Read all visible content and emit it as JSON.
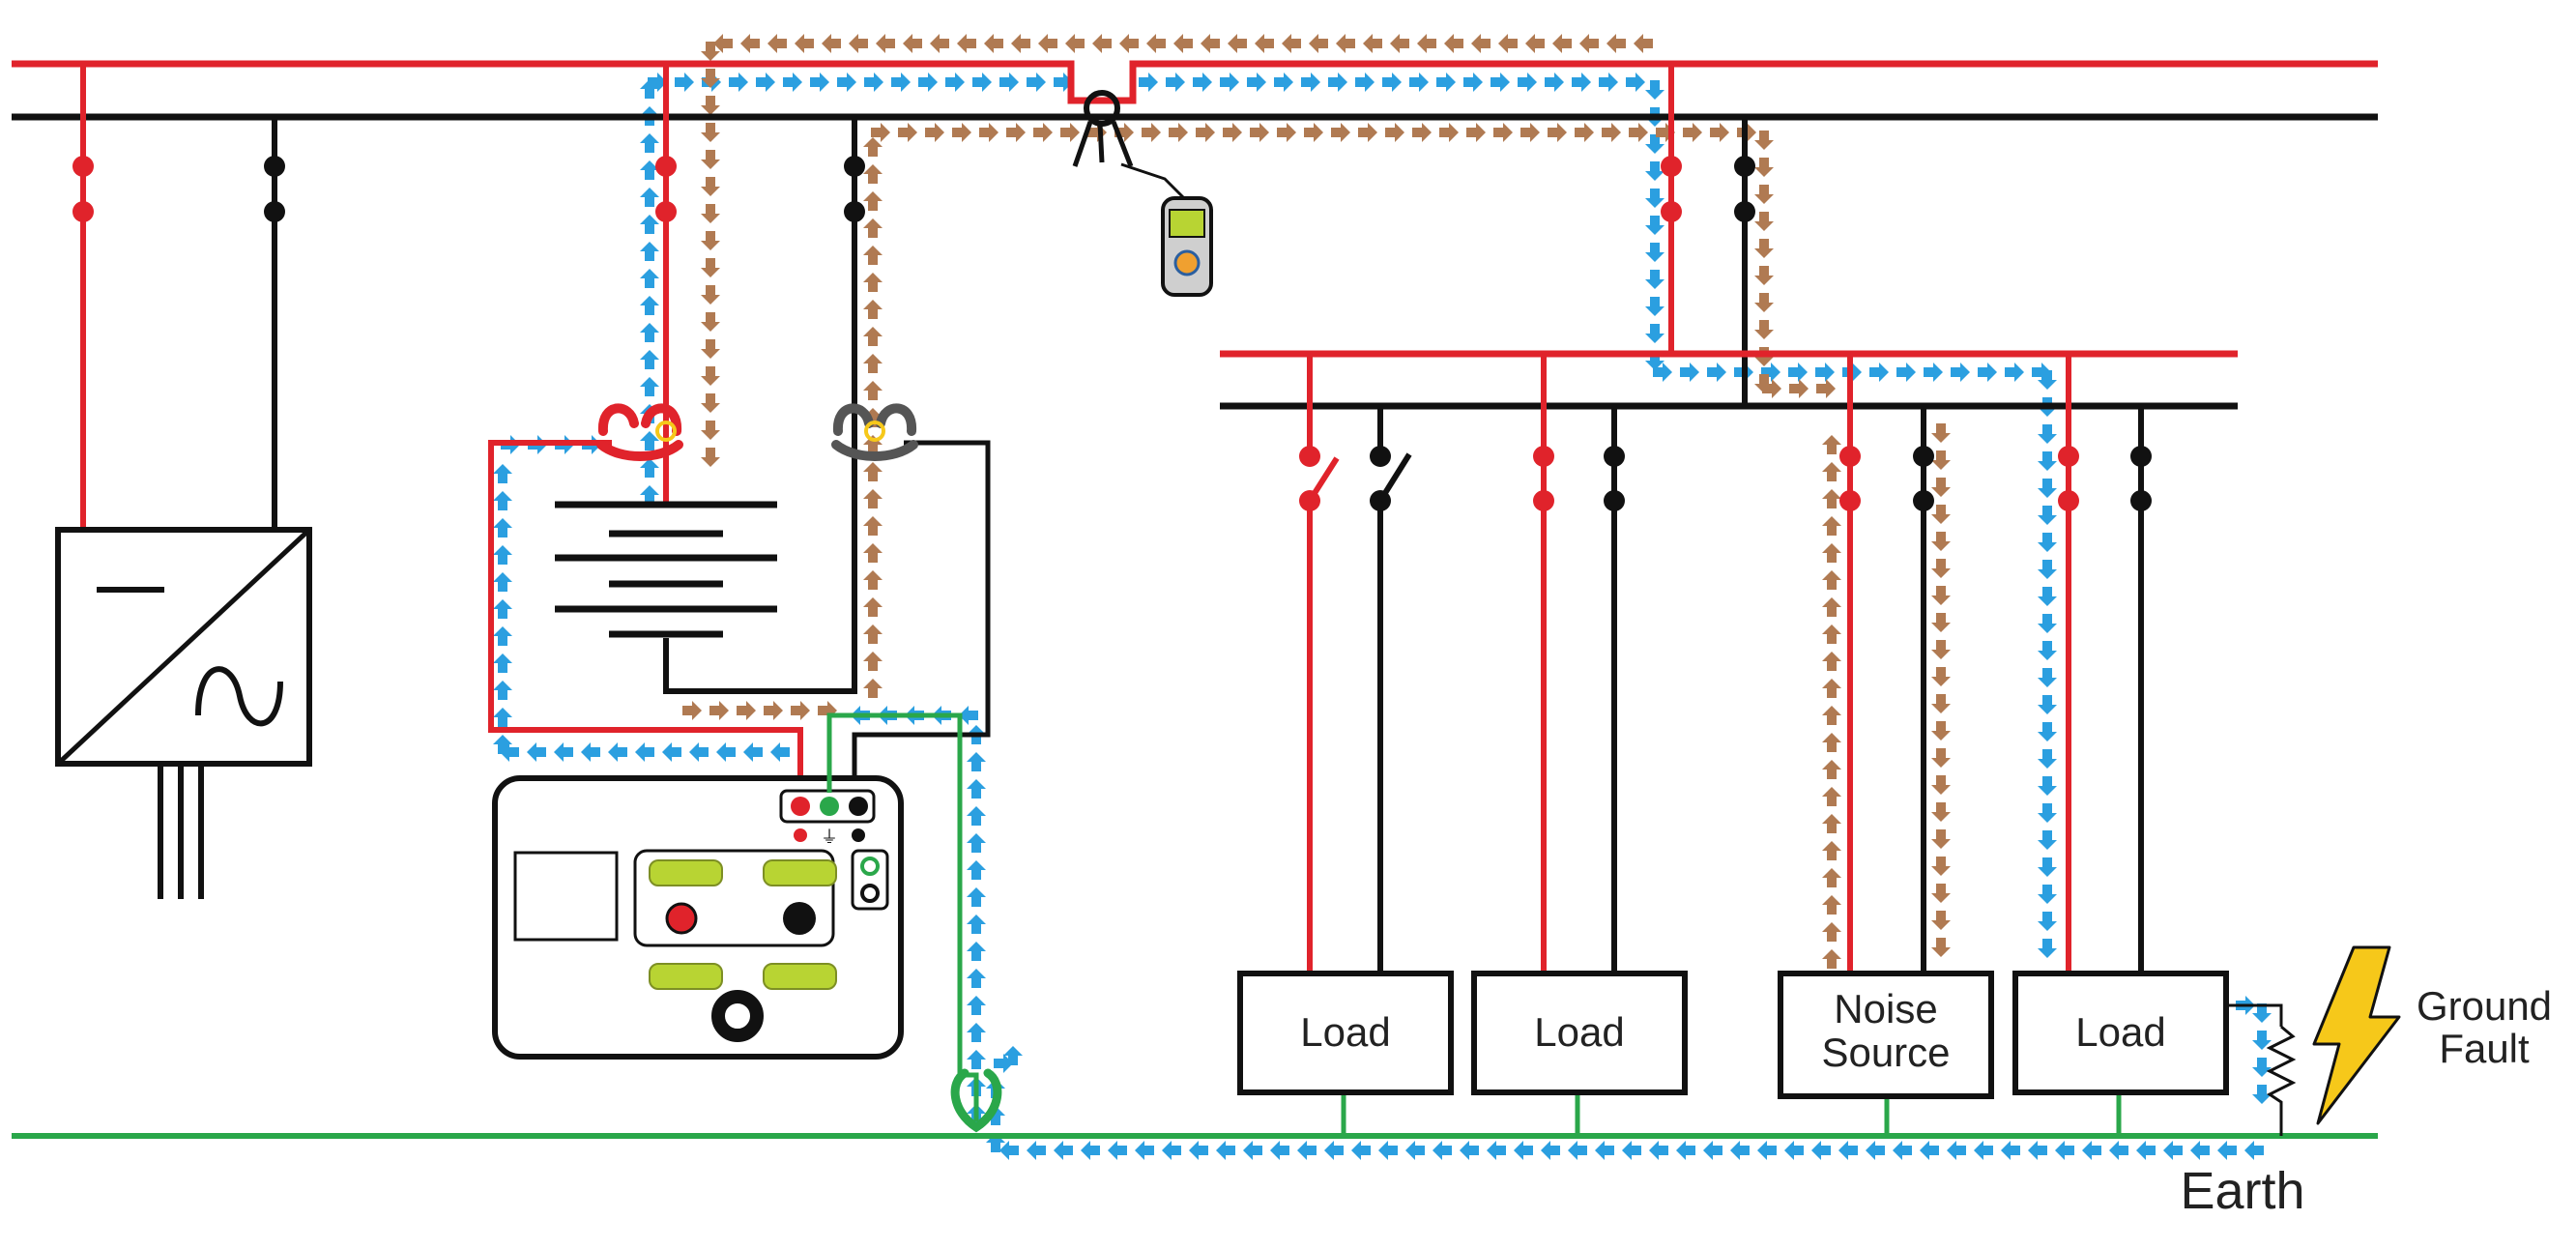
{
  "colors": {
    "line_conductor": "#e0232b",
    "neutral_conductor": "#111111",
    "earth_conductor": "#2aa74a",
    "injected_current_arrows": "#2b9fe0",
    "return_current_arrows": "#b07a52",
    "meter_accent": "#b8d433",
    "fault_bolt": "#f6c81a"
  },
  "icons": [
    "inverter-icon",
    "battery-icon",
    "clamp-icon",
    "ground-fault-tester-icon",
    "handheld-meter-icon",
    "lightning-bolt-icon",
    "fault-resistor-icon",
    "switch-icon"
  ],
  "loads": [
    {
      "label_line1": "Load",
      "label_line2": ""
    },
    {
      "label_line1": "Load",
      "label_line2": ""
    },
    {
      "label_line1": "Noise",
      "label_line2": "Source"
    },
    {
      "label_line1": "Load",
      "label_line2": ""
    }
  ],
  "fault": {
    "label_line1": "Ground",
    "label_line2": "Fault"
  },
  "earth_label": "Earth"
}
